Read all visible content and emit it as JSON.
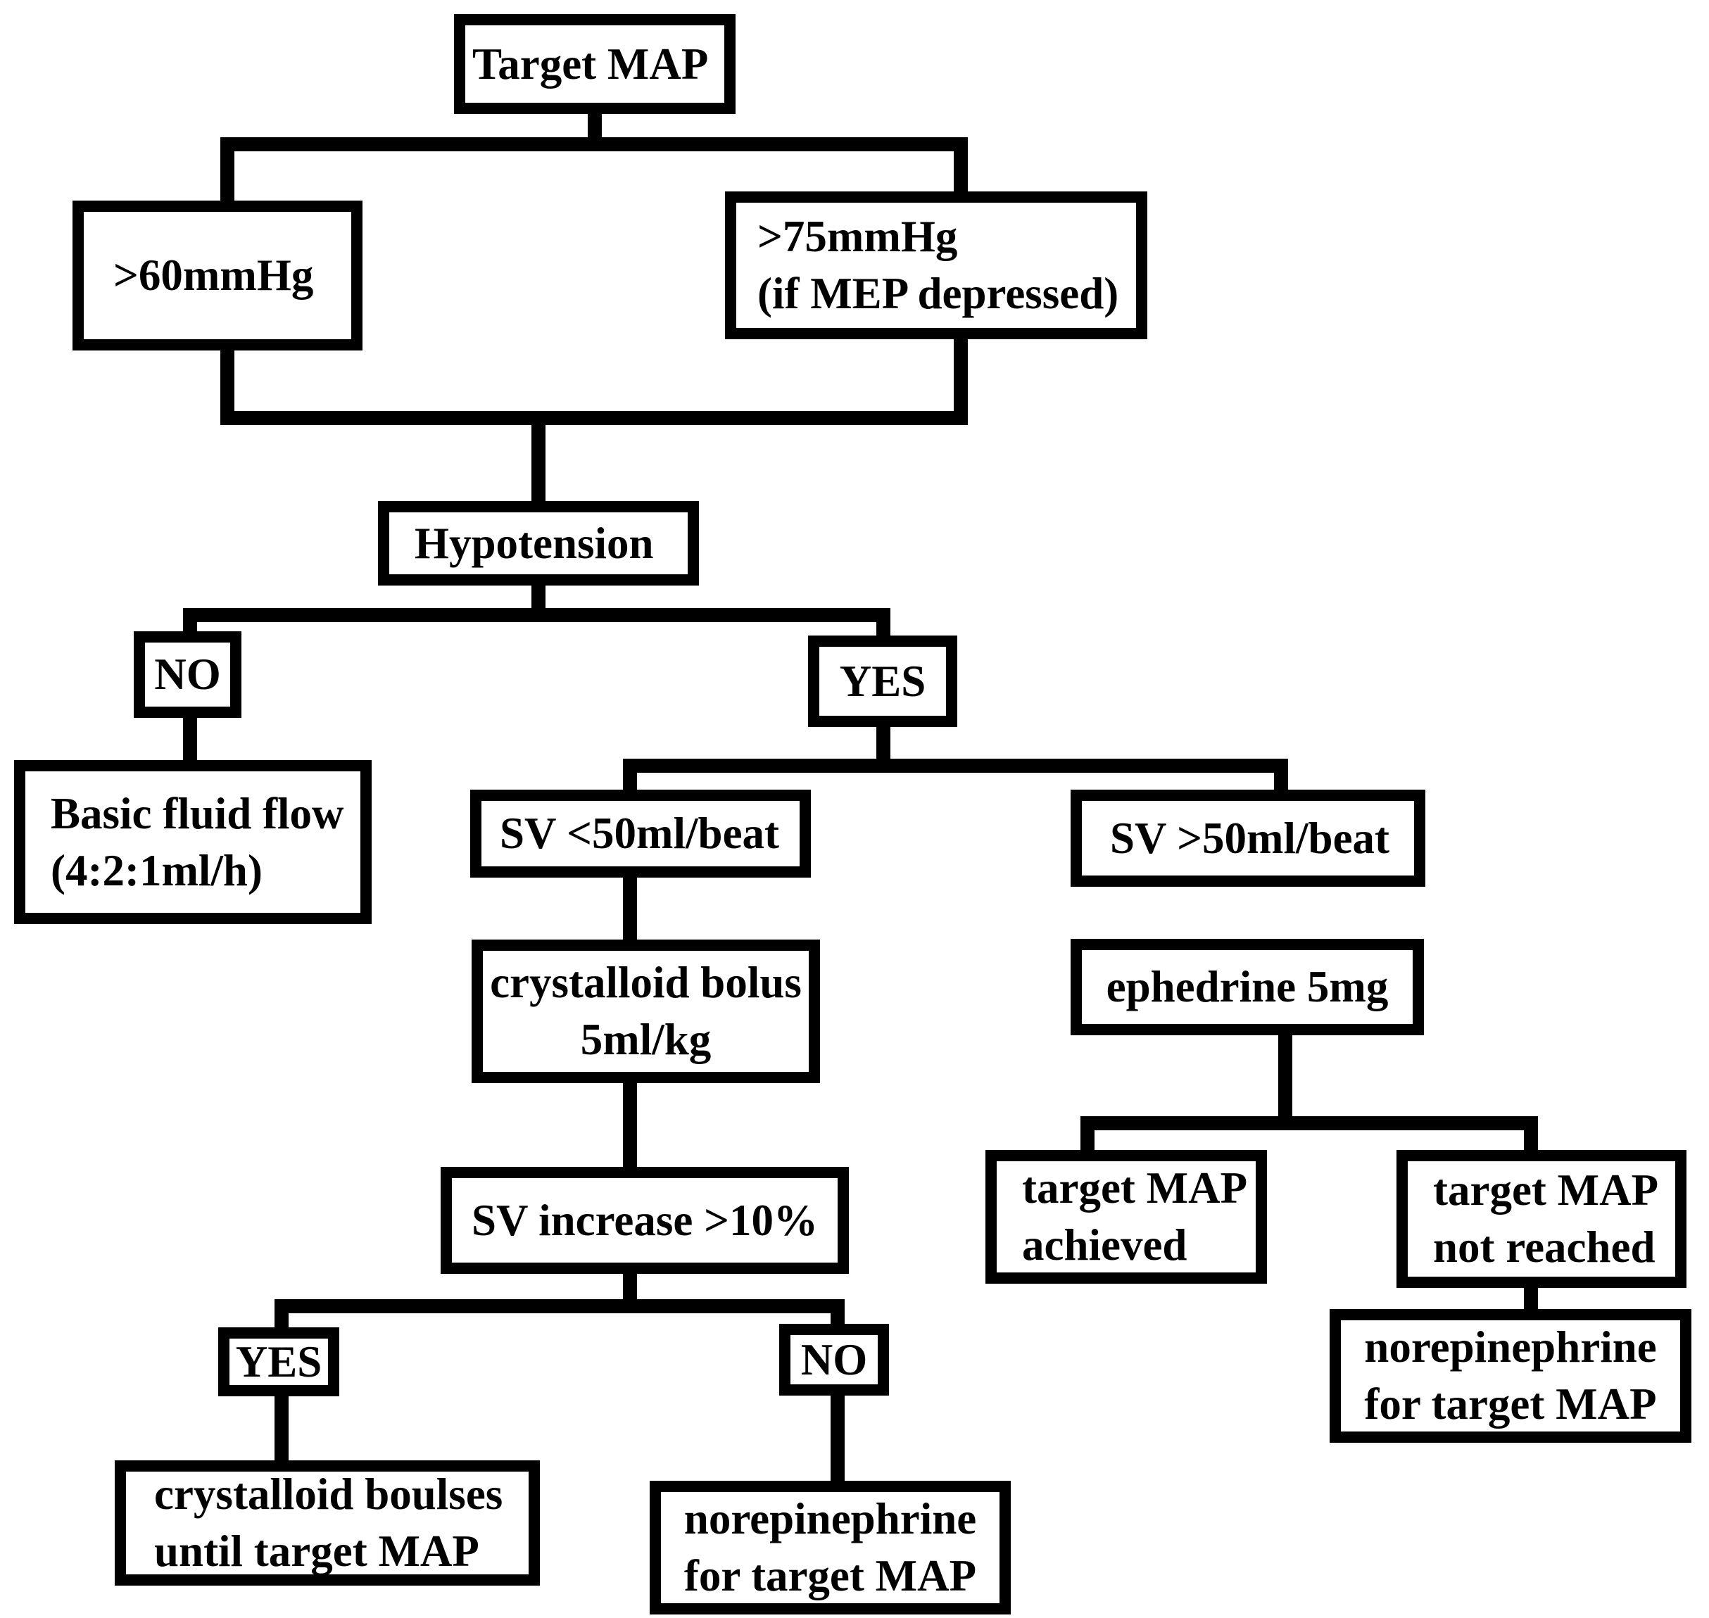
{
  "diagram": {
    "description": "Target MAP hypotension management decision flowchart",
    "nodes": {
      "target_map": {
        "lines": [
          "Target MAP"
        ]
      },
      "map_gt60": {
        "lines": [
          ">60mmHg"
        ]
      },
      "map_gt75": {
        "lines": [
          ">75mmHg",
          "(if MEP depressed)"
        ]
      },
      "hypotension": {
        "lines": [
          "Hypotension"
        ]
      },
      "hypotension_no": {
        "lines": [
          "NO"
        ]
      },
      "hypotension_yes": {
        "lines": [
          "YES"
        ]
      },
      "basic_fluid": {
        "lines": [
          "Basic fluid flow",
          "(4:2:1ml/h)"
        ]
      },
      "sv_lt50": {
        "lines": [
          "SV <50ml/beat"
        ]
      },
      "sv_gt50": {
        "lines": [
          "SV >50ml/beat"
        ]
      },
      "crystalloid_bolus": {
        "lines": [
          "crystalloid bolus",
          "5ml/kg"
        ]
      },
      "ephedrine": {
        "lines": [
          "ephedrine 5mg"
        ]
      },
      "sv_increase": {
        "lines": [
          "SV increase >10%"
        ]
      },
      "map_achieved": {
        "lines": [
          "target MAP",
          "achieved"
        ]
      },
      "map_not_reached": {
        "lines": [
          "target MAP",
          "not reached"
        ]
      },
      "sv_increase_yes": {
        "lines": [
          "YES"
        ]
      },
      "sv_increase_no": {
        "lines": [
          "NO"
        ]
      },
      "crystalloid_boulses": {
        "lines": [
          "crystalloid boulses",
          "until target MAP"
        ]
      },
      "norepinephrine_no": {
        "lines": [
          "norepinephrine",
          "for target MAP"
        ]
      },
      "norepinephrine_right": {
        "lines": [
          "norepinephrine",
          "for target MAP"
        ]
      }
    },
    "edges": [
      {
        "from": "target_map",
        "to": "map_gt60"
      },
      {
        "from": "target_map",
        "to": "map_gt75"
      },
      {
        "from": "map_gt60",
        "to": "hypotension"
      },
      {
        "from": "map_gt75",
        "to": "hypotension"
      },
      {
        "from": "hypotension",
        "to": "hypotension_no"
      },
      {
        "from": "hypotension",
        "to": "hypotension_yes"
      },
      {
        "from": "hypotension_no",
        "to": "basic_fluid"
      },
      {
        "from": "hypotension_yes",
        "to": "sv_lt50"
      },
      {
        "from": "hypotension_yes",
        "to": "sv_gt50"
      },
      {
        "from": "sv_lt50",
        "to": "crystalloid_bolus"
      },
      {
        "from": "crystalloid_bolus",
        "to": "sv_increase"
      },
      {
        "from": "sv_increase",
        "to": "sv_increase_yes"
      },
      {
        "from": "sv_increase",
        "to": "sv_increase_no"
      },
      {
        "from": "sv_increase_yes",
        "to": "crystalloid_boulses"
      },
      {
        "from": "sv_increase_no",
        "to": "norepinephrine_no"
      },
      {
        "from": "sv_gt50",
        "to": "ephedrine"
      },
      {
        "from": "ephedrine",
        "to": "map_achieved"
      },
      {
        "from": "ephedrine",
        "to": "map_not_reached"
      },
      {
        "from": "map_not_reached",
        "to": "norepinephrine_right"
      }
    ],
    "colors": {
      "line": "#000000",
      "text": "#000000",
      "background": "#ffffff"
    }
  }
}
